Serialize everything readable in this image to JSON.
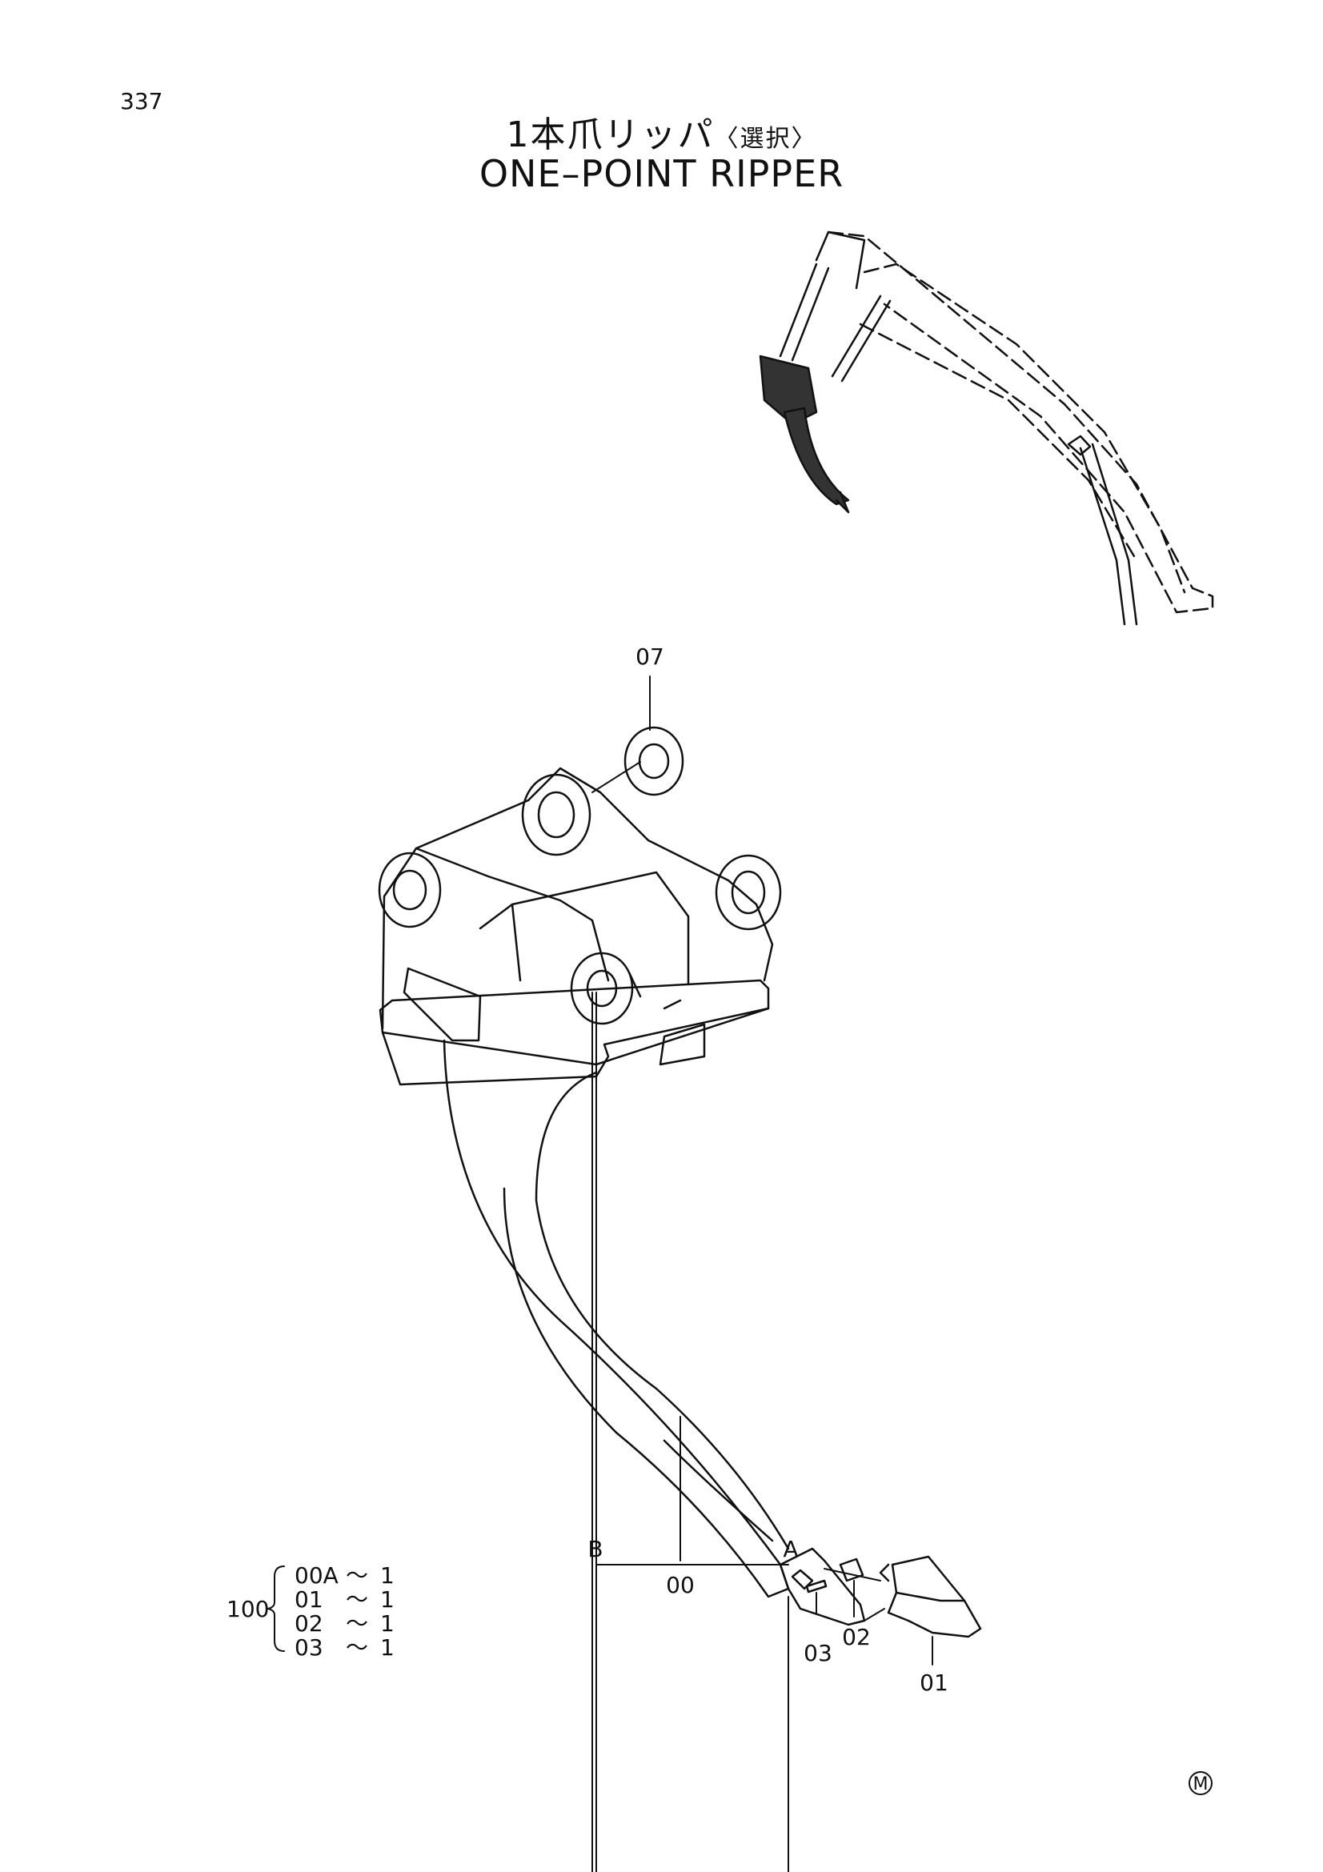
{
  "page_number": "337",
  "title": {
    "japanese": "1本爪リッパ",
    "japanese_sub": "〈選択〉",
    "english": "ONE–POINT RIPPER"
  },
  "callouts": {
    "c07": "07",
    "c00": "00",
    "c01": "01",
    "c02": "02",
    "c03": "03",
    "ref_a": "A",
    "ref_b": "B"
  },
  "assembly": {
    "number": "100",
    "rows": [
      {
        "part": "00A",
        "sep": "〜",
        "qty": "1"
      },
      {
        "part": "01",
        "sep": "〜",
        "qty": "1"
      },
      {
        "part": "02",
        "sep": "〜",
        "qty": "1"
      },
      {
        "part": "03",
        "sep": "〜",
        "qty": "1"
      }
    ]
  },
  "footer_mark": "M"
}
